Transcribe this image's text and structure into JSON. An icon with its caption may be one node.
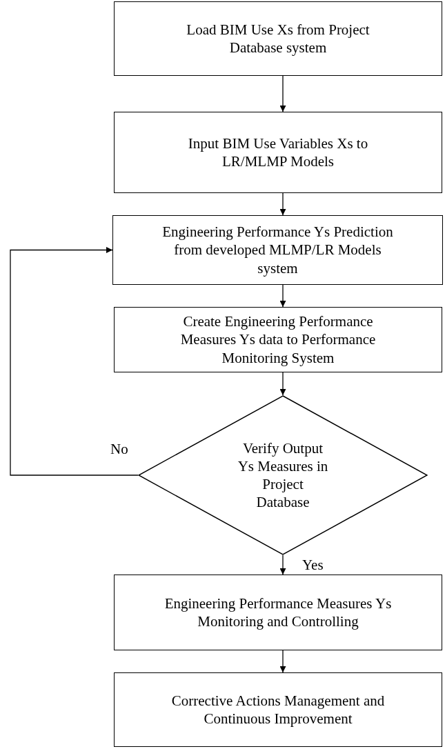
{
  "diagram": {
    "nodes": [
      {
        "text": [
          "Load BIM Use Xs from Project Database system"
        ]
      },
      {
        "text": [
          "Input BIM Use Variables Xs to LR/MLMP Models"
        ]
      },
      {
        "text": [
          "Engineering Performance Ys Prediction from developed MLMP/LR Models system"
        ]
      },
      {
        "text": [
          "Create Engineering Performance Measures Ys data to Performance Monitoring System"
        ]
      },
      {
        "text": [
          "Verify Output Ys Measures in Project Database"
        ]
      },
      {
        "text": [
          "Engineering Performance Measures Ys  Monitoring and Controlling"
        ]
      },
      {
        "text": [
          "Corrective Actions Management and Continuous Improvement"
        ]
      }
    ],
    "edges": [
      {
        "from": 0,
        "to": 1,
        "arrow": "to"
      },
      {
        "from": 1,
        "to": 2,
        "arrow": "to"
      },
      {
        "from": 2,
        "to": 3,
        "arrow": "to"
      },
      {
        "from": 3,
        "to": 4,
        "arrow": "to"
      },
      {
        "from": 4,
        "to": 2,
        "arrow": "to",
        "label": "No"
      },
      {
        "from": 4,
        "to": 5,
        "arrow": "to",
        "label": "Yes"
      },
      {
        "from": 5,
        "to": 6,
        "arrow": "to"
      }
    ]
  }
}
